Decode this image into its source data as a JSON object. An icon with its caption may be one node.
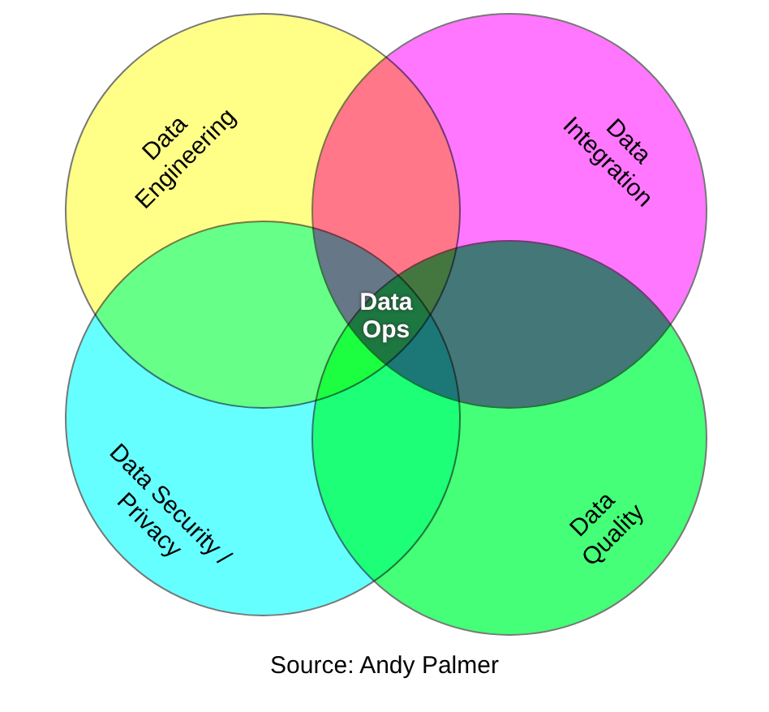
{
  "diagram": {
    "caption": "Source:  Andy Palmer",
    "nodes": [
      {
        "text": [
          "Data Engineering"
        ]
      },
      {
        "text": [
          "Data Integration"
        ]
      },
      {
        "text": [
          "Data Security / Privacy"
        ]
      },
      {
        "text": [
          "Data Quality"
        ]
      }
    ],
    "labels": [
      "Data Ops"
    ]
  }
}
